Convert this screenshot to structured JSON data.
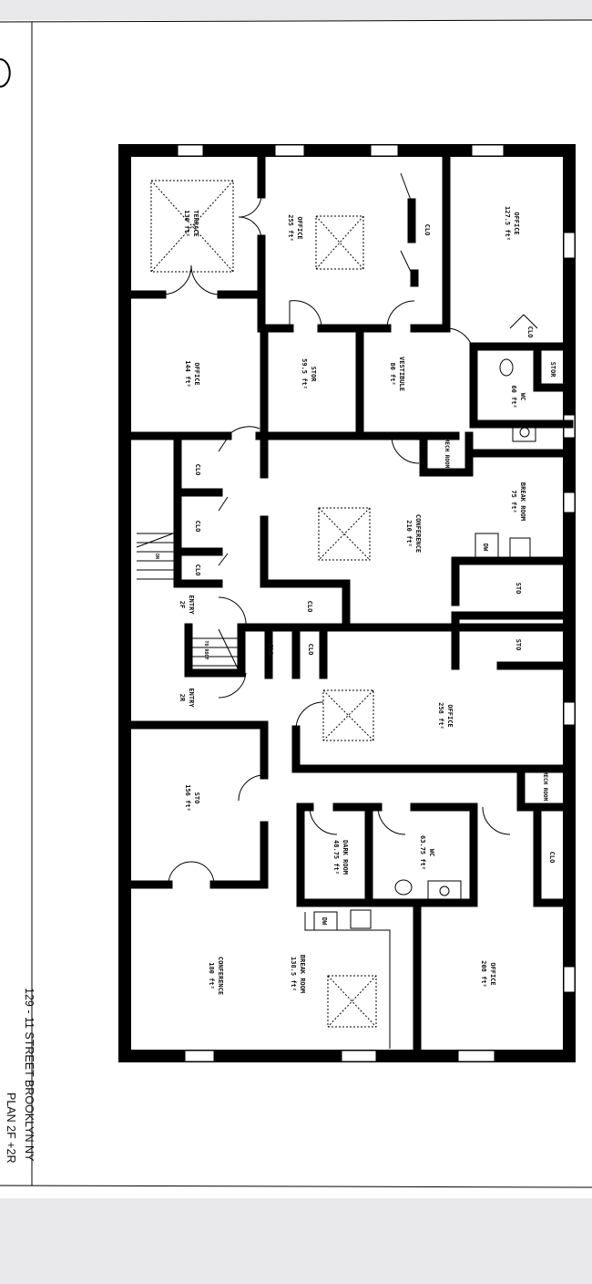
{
  "title_block": {
    "address": "129 - 11 STREET BROOKLYN NY",
    "plan": "PLAN 2F +2R"
  },
  "rooms": [
    {
      "name": "TERRACE",
      "area": "130 ft²"
    },
    {
      "name": "OFFICE",
      "area": "255 ft²"
    },
    {
      "name": "CLO"
    },
    {
      "name": "OFFICE",
      "area": "127.5 ft²"
    },
    {
      "name": "OFFICE",
      "area": "144 ft²"
    },
    {
      "name": "STOR",
      "area": "59.5 ft²"
    },
    {
      "name": "VESTIBULE",
      "area": "80 ft²"
    },
    {
      "name": "WC",
      "area": "60 ft²"
    },
    {
      "name": "CLO"
    },
    {
      "name": "STOR"
    },
    {
      "name": "MECH ROOM"
    },
    {
      "name": "CLO"
    },
    {
      "name": "CLO"
    },
    {
      "name": "CLO"
    },
    {
      "name": "CONFERENCE",
      "area": "210 ft²"
    },
    {
      "name": "BREAK ROOM",
      "area": "75 ft²"
    },
    {
      "name": "DW"
    },
    {
      "name": "STO"
    },
    {
      "name": "STO"
    },
    {
      "name": "ENTRY",
      "area": "2F"
    },
    {
      "name": "ENTRY",
      "area": "2R"
    },
    {
      "name": "TO ROOF"
    },
    {
      "name": "CLO"
    },
    {
      "name": "CLO"
    },
    {
      "name": "CLO"
    },
    {
      "name": "OFFICE",
      "area": "258 ft²"
    },
    {
      "name": "MECH ROOM"
    },
    {
      "name": "STO",
      "area": "156 ft²"
    },
    {
      "name": "DARK ROOM",
      "area": "48.75 ft²"
    },
    {
      "name": "WC",
      "area": "63.75 ft²"
    },
    {
      "name": "CLO"
    },
    {
      "name": "CONFERENCE",
      "area": "180 ft²"
    },
    {
      "name": "BREAK ROOM",
      "area": "138.5 ft²"
    },
    {
      "name": "DW"
    },
    {
      "name": "OFFICE",
      "area": "208 ft²"
    }
  ],
  "stairs_label": "DN"
}
